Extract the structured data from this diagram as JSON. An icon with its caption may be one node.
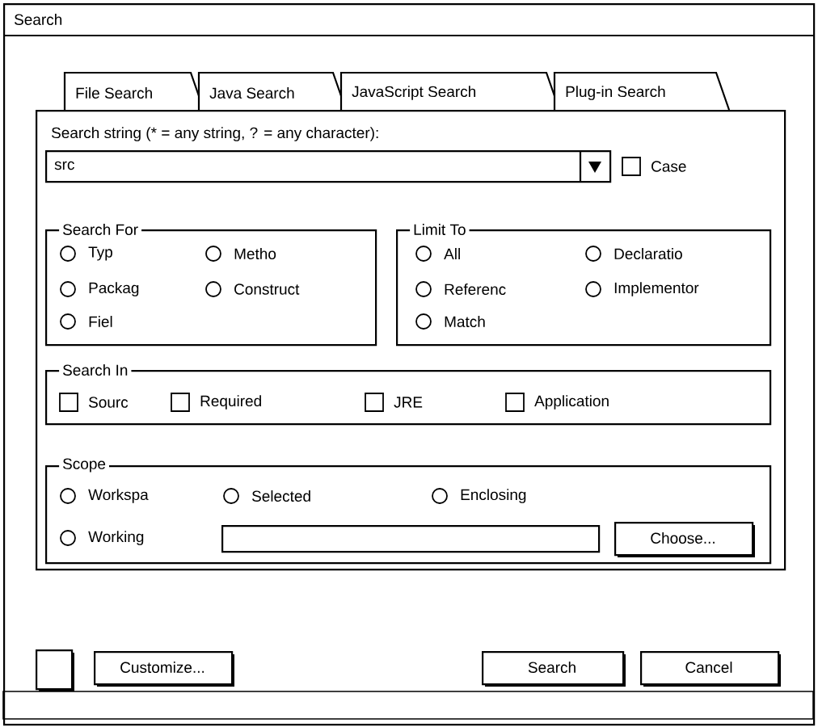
{
  "diagram": {
    "nodes": [
      {
        "text": [
          "Search"
        ]
      },
      {
        "text": [
          "File Search"
        ],
        "in": 0
      },
      {
        "text": [
          "Java Search"
        ],
        "in": 0
      },
      {
        "text": [
          "JavaScript Search"
        ],
        "in": 0
      },
      {
        "text": [
          "Plug-in Search"
        ],
        "in": 0
      },
      {
        "text": [
          "Search string (* = any string, ? = any character):"
        ],
        "in": 0
      },
      {
        "text": [
          "src"
        ],
        "in": 5
      },
      {
        "text": [
          "Search For"
        ],
        "in": 5
      },
      {
        "text": [
          "Limit To"
        ],
        "in": 5
      },
      {
        "text": [
          "Search In"
        ],
        "in": 5
      },
      {
        "text": [
          "Scope"
        ],
        "in": 5
      },
      {
        "text": [],
        "shape": "box",
        "in": 10
      },
      {
        "text": [
          "Choose..."
        ],
        "in": 10
      },
      {
        "text": [],
        "shape": "box",
        "in": 0
      },
      {
        "text": [
          "Customize..."
        ],
        "in": 0
      },
      {
        "text": [
          "Search"
        ],
        "in": 0
      },
      {
        "text": [
          "Cancel"
        ],
        "in": 0
      }
    ],
    "labels": [
      "Case",
      "Typ",
      "Metho",
      "Packag",
      "Construct",
      "Fiel",
      "All",
      "Declaratio",
      "Referenc",
      "Implementor",
      "Match",
      "Sourc",
      "Required",
      "JRE",
      "Application",
      "Workspa",
      "Selected",
      "Enclosing",
      "Working"
    ]
  }
}
